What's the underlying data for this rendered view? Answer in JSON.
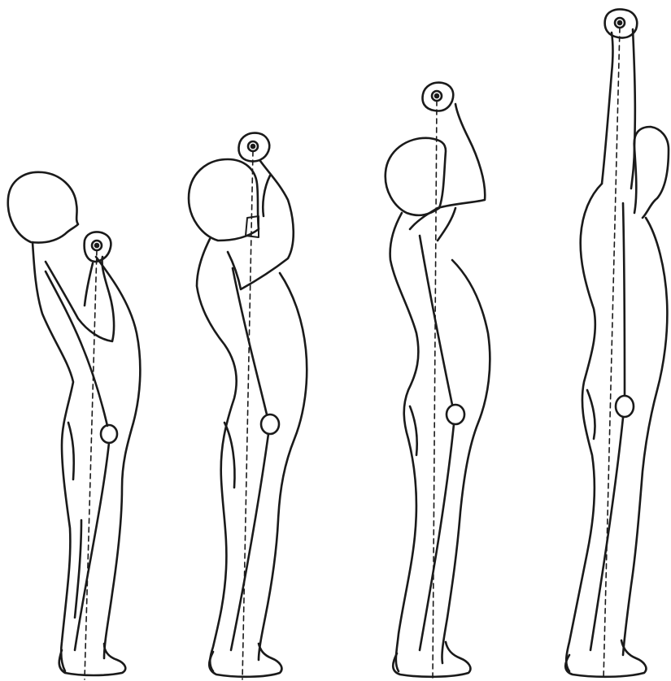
{
  "colors": {
    "background": "#ffffff",
    "line": "#1a1a1a"
  },
  "figures": [
    {
      "id": "figure-1",
      "stage": 1
    },
    {
      "id": "figure-2",
      "stage": 2
    },
    {
      "id": "figure-3",
      "stage": 3
    },
    {
      "id": "figure-4",
      "stage": 4
    }
  ],
  "labels": []
}
